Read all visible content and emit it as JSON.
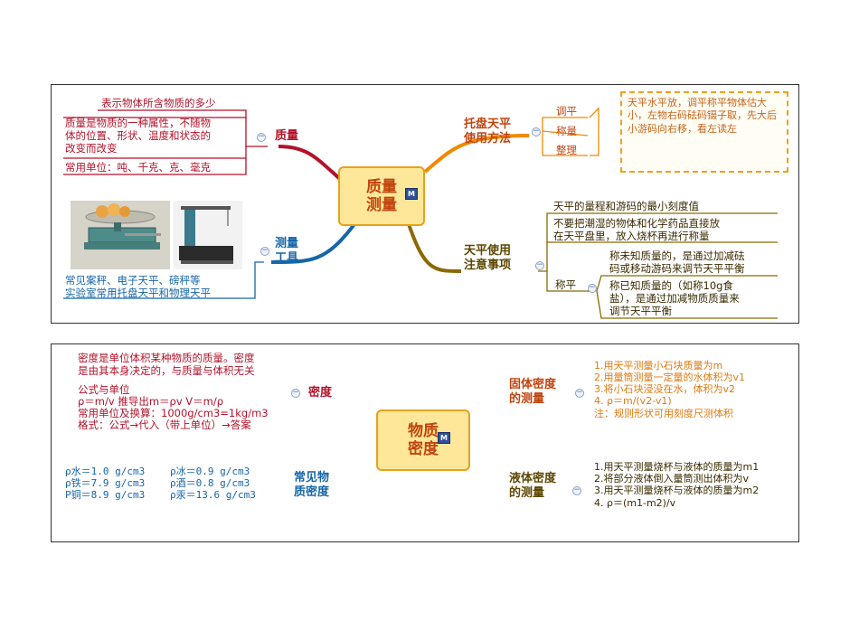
{
  "panel1": {
    "center": {
      "line1": "质量",
      "line2": "测量",
      "badge": "M"
    },
    "mass": {
      "label": "质量",
      "def": "表示物体所含物质的多少",
      "prop": [
        "质量是物质的一种属性，不随物",
        "体的位置、形状、温度和状态的",
        "改变而改变"
      ],
      "units": "常用单位：吨、千克、克、毫克"
    },
    "tools": {
      "label_line1": "测量",
      "label_line2": "工具",
      "desc": [
        "常见案秤、电子天平、磅秤等",
        "实验室常用托盘天平和物理天平"
      ]
    },
    "balance_use": {
      "label_line1": "托盘天平",
      "label_line2": "使用方法",
      "steps": [
        "调平",
        "称量",
        "整理"
      ],
      "note": "天平水平放，调平称平物体估大小，左物右码砝码镊子取，先大后小游码向右移，看左读左"
    },
    "balance_notes": {
      "label_line1": "天平使用",
      "label_line2": "注意事项",
      "n1": "天平的量程和游码的最小刻度值",
      "n2": [
        "不要把潮湿的物体和化学药品直接放",
        "在天平盘里，放入烧杯再进行称量"
      ],
      "weigh": "称平",
      "w1": [
        "称未知质量的，是通过加减砝",
        "码或移动游码来调节天平平衡"
      ],
      "w2": [
        "称已知质量的（如称10g食",
        "盐），是通过加减物质质量来",
        "调节天平平衡"
      ]
    }
  },
  "panel2": {
    "center": {
      "line1": "物质",
      "line2": "密度",
      "badge": "M"
    },
    "density": {
      "label": "密度",
      "def": [
        "密度是单位体积某种物质的质量。密度",
        "是由其本身决定的，与质量与体积无关"
      ],
      "formula": [
        "公式与单位",
        "ρ＝m/v  推导出m＝ρv  V＝m/ρ",
        "常用单位及换算：1000g/cm3=1kg/m3",
        "格式：公式→代入（带上单位）→答案"
      ]
    },
    "common": {
      "label_line1": "常见物",
      "label_line2": "质密度",
      "rows": [
        [
          "ρ水＝1.0 g/cm3",
          "ρ冰＝0.9 g/cm3"
        ],
        [
          "ρ铁＝7.9 g/cm3",
          "ρ酒＝0.8 g/cm3"
        ],
        [
          "P铜＝8.9 g/cm3",
          "ρ汞＝13.6 g/cm3"
        ]
      ]
    },
    "solid": {
      "label_line1": "固体密度",
      "label_line2": "的测量",
      "steps": [
        "1.用天平测量小石块质量为m",
        "2.用量筒测量一定量的水体积为v1",
        "3.将小石块浸没在水，体积为v2",
        "4. ρ＝m/(v2-v1)",
        "注：规则形状可用刻度尺测体积"
      ]
    },
    "liquid": {
      "label_line1": "液体密度",
      "label_line2": "的测量",
      "steps": [
        "1.用天平测量烧杯与液体的质量为m1",
        "2.将部分液体倒入量筒测出体积为v",
        "3.用天平测量烧杯与液体的质量为m2",
        "4. ρ＝(m1-m2)/v"
      ]
    }
  },
  "colors": {
    "red": "#b3122a",
    "blue": "#1565a8",
    "orange": "#f08a00",
    "olive": "#8a6a00",
    "center_fill": "#ffe79a"
  }
}
